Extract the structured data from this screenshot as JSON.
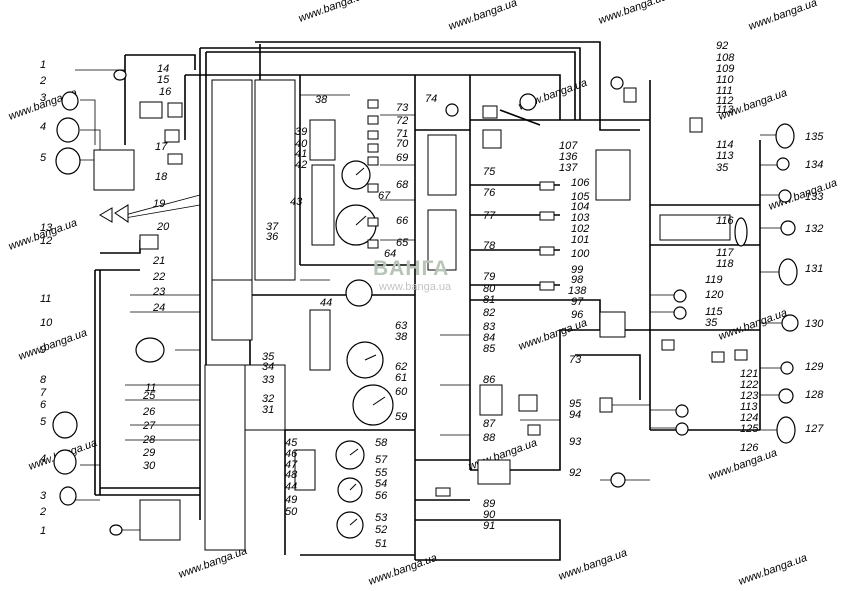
{
  "watermark": "www.banga.ua",
  "logo": {
    "main": "BАНГА",
    "sub": "www.banga.ua"
  },
  "labels": {
    "l1": "1",
    "l2": "2",
    "l3": "3",
    "l4": "4",
    "l5": "5",
    "l6": "6",
    "l7": "7",
    "l8": "8",
    "l9": "9",
    "l10": "10",
    "l11": "11",
    "l12": "12",
    "l13": "13",
    "l14": "14",
    "l15": "15",
    "l16": "16",
    "l17": "17",
    "l18": "18",
    "l19": "19",
    "l20": "20",
    "l21": "21",
    "l22": "22",
    "l23": "23",
    "l24": "24",
    "l25": "25",
    "l26": "26",
    "l27": "27",
    "l28": "28",
    "l29": "29",
    "l30": "30",
    "l31": "31",
    "l32": "32",
    "l33": "33",
    "l34": "34",
    "l35": "35",
    "l36": "36",
    "l37": "37",
    "l38": "38",
    "l39": "39",
    "l40": "40",
    "l41": "41",
    "l42": "42",
    "l43": "43",
    "l44": "44",
    "l45": "45",
    "l46": "46",
    "l47": "47",
    "l48": "48",
    "l49": "49",
    "l50": "50",
    "l51": "51",
    "l52": "52",
    "l53": "53",
    "l54": "54",
    "l55": "55",
    "l56": "56",
    "l57": "57",
    "l58": "58",
    "l59": "59",
    "l60": "60",
    "l61": "61",
    "l62": "62",
    "l63": "63",
    "l64": "64",
    "l65": "65",
    "l66": "66",
    "l67": "67",
    "l68": "68",
    "l69": "69",
    "l70": "70",
    "l71": "71",
    "l72": "72",
    "l73": "73",
    "l74": "74",
    "l75": "75",
    "l76": "76",
    "l77": "77",
    "l78": "78",
    "l79": "79",
    "l80": "80",
    "l81": "81",
    "l82": "82",
    "l83": "83",
    "l84": "84",
    "l85": "85",
    "l86": "86",
    "l87": "87",
    "l88": "88",
    "l89": "89",
    "l90": "90",
    "l91": "91",
    "l92": "92",
    "l93": "93",
    "l94": "94",
    "l95": "95",
    "l96": "96",
    "l97": "97",
    "l98": "98",
    "l99": "99",
    "l100": "100",
    "l101": "101",
    "l102": "102",
    "l103": "103",
    "l104": "104",
    "l105": "105",
    "l106": "106",
    "l107": "107",
    "l108": "108",
    "l109": "109",
    "l110": "110",
    "l111": "111",
    "l112": "112",
    "l113": "113",
    "l114": "114",
    "l115": "115",
    "l116": "116",
    "l117": "117",
    "l118": "118",
    "l119": "119",
    "l120": "120",
    "l121": "121",
    "l122": "122",
    "l123": "123",
    "l124": "124",
    "l125": "125",
    "l126": "126",
    "l127": "127",
    "l128": "128",
    "l129": "129",
    "l130": "130",
    "l131": "131",
    "l132": "132",
    "l133": "133",
    "l134": "134",
    "l135": "135",
    "l136": "136",
    "l137": "137",
    "l138": "138"
  },
  "colors": {
    "ink": "#000000",
    "watermark": "#c9c9c9",
    "background": "#ffffff"
  }
}
